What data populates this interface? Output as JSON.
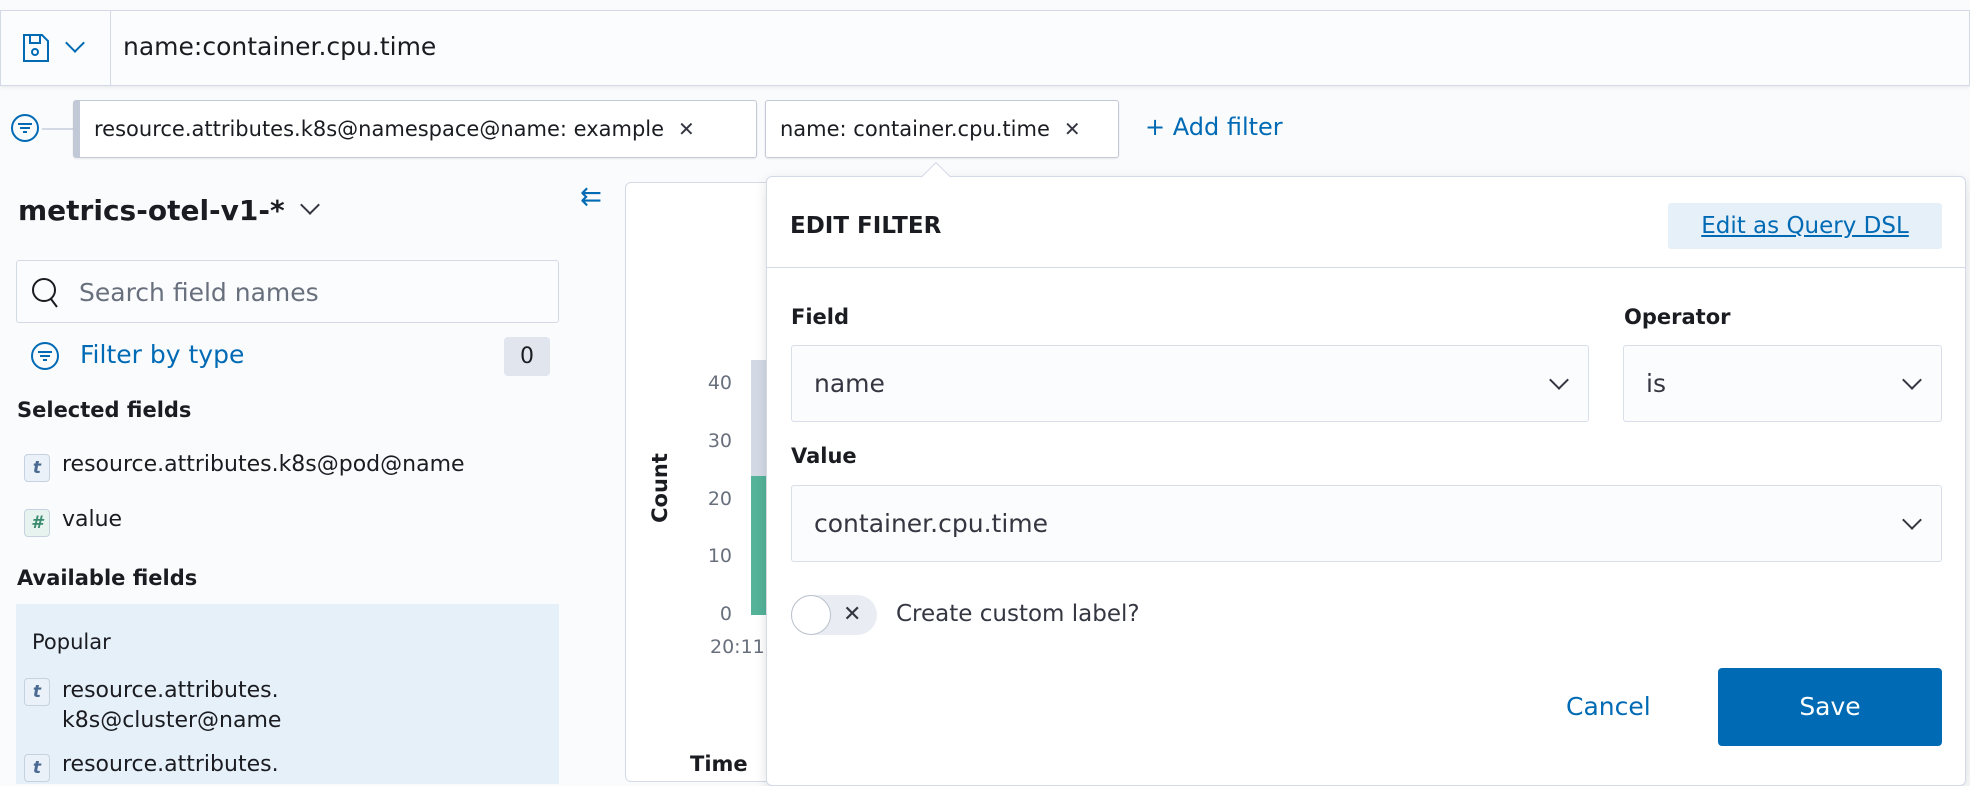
{
  "query_bar": {
    "query": "name:container.cpu.time",
    "icons": [
      "save-icon",
      "chevron-down-icon"
    ]
  },
  "filters": [
    {
      "label": "resource.attributes.k8s@namespace@name: example"
    },
    {
      "label": "name: container.cpu.time"
    }
  ],
  "add_filter": "+ Add filter",
  "sidebar": {
    "index_pattern": "metrics-otel-v1-*",
    "search_placeholder": "Search field names",
    "filter_by_type": "Filter by type",
    "filter_count": "0",
    "selected_title": "Selected fields",
    "selected": [
      {
        "type": "t",
        "name": "resource.attributes.k8s@pod@name"
      },
      {
        "type": "#",
        "name": "value"
      }
    ],
    "available_title": "Available fields",
    "popular_title": "Popular",
    "popular": [
      {
        "type": "t",
        "name": "resource.attributes.\nk8s@cluster@name"
      },
      {
        "type": "t",
        "name": "resource.attributes."
      }
    ]
  },
  "chart_data": {
    "type": "bar",
    "ylabel": "Count",
    "xlabel": "Time",
    "yticks": [
      "40",
      "30",
      "20",
      "10",
      "0"
    ],
    "ylim": [
      0,
      40
    ],
    "xticks": [
      "20:11:"
    ],
    "bar_colors": {
      "selected": "#54B399",
      "total": "#d3dae6"
    },
    "values": [
      {
        "selected": 24,
        "total": 45
      }
    ]
  },
  "edit_filter": {
    "title": "EDIT FILTER",
    "query_dsl": "Edit as Query DSL",
    "field_label": "Field",
    "field_value": "name",
    "operator_label": "Operator",
    "operator_value": "is",
    "value_label": "Value",
    "value_value": "container.cpu.time",
    "custom_label": "Create custom label?",
    "custom_label_on": false,
    "cancel": "Cancel",
    "save": "Save"
  },
  "colors": {
    "accent": "#006bb4",
    "border": "#d3dae6"
  }
}
